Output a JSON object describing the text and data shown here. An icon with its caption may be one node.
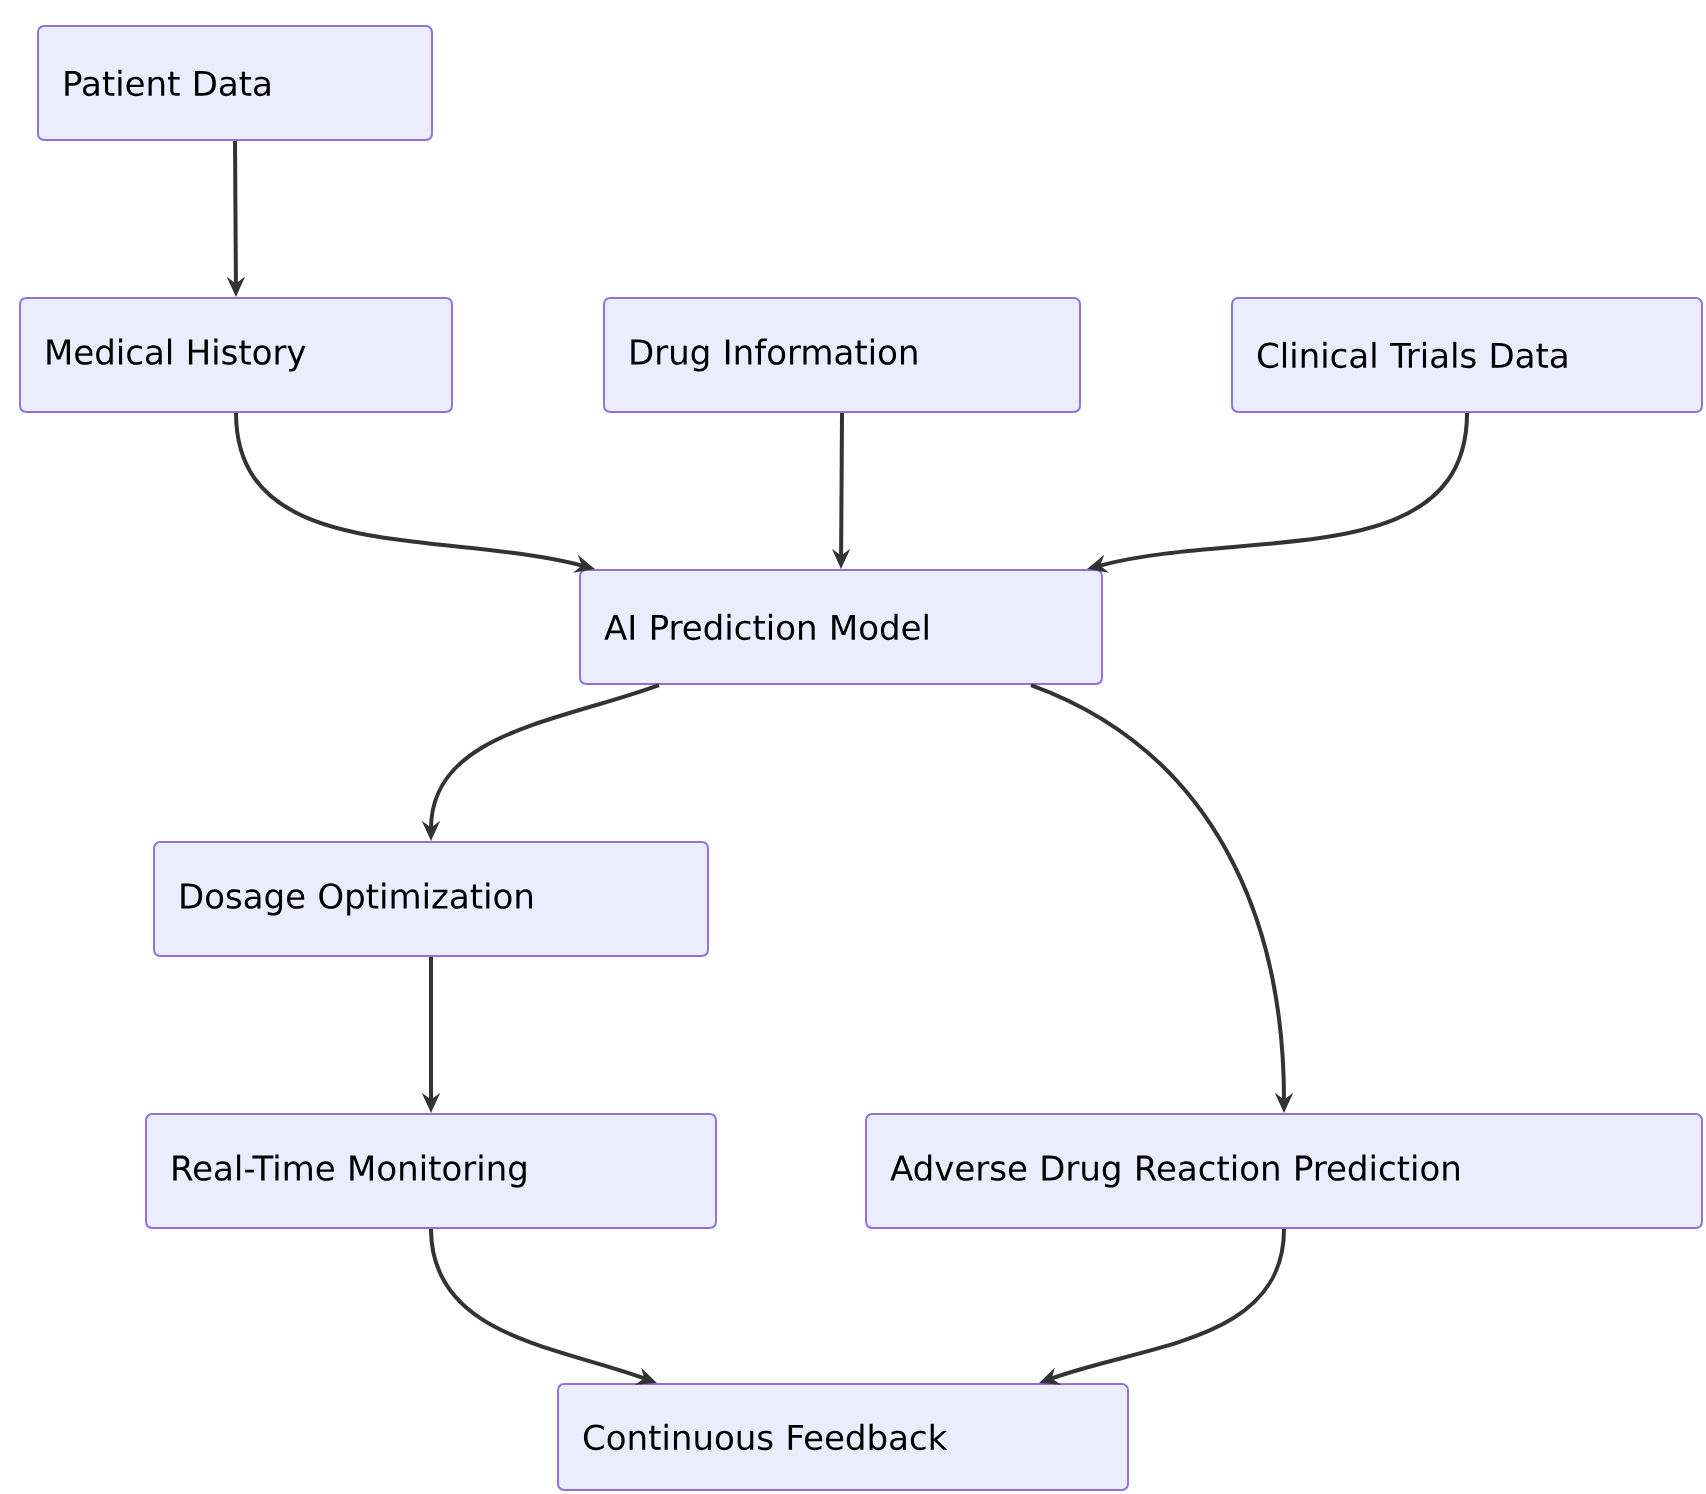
{
  "diagram": {
    "nodes": [
      {
        "text": [
          "Patient Data"
        ]
      },
      {
        "text": [
          "Medical History"
        ]
      },
      {
        "text": [
          "Drug Information"
        ]
      },
      {
        "text": [
          "Clinical Trials Data"
        ]
      },
      {
        "text": [
          "AI Prediction Model"
        ]
      },
      {
        "text": [
          "Dosage Optimization"
        ]
      },
      {
        "text": [
          "Real-Time Monitoring"
        ]
      },
      {
        "text": [
          "Adverse Drug Reaction Prediction"
        ]
      },
      {
        "text": [
          "Continuous Feedback"
        ]
      }
    ],
    "edges": [
      {
        "from": 0,
        "to": 1,
        "arrow": "to"
      },
      {
        "from": 1,
        "to": 4,
        "arrow": "to"
      },
      {
        "from": 2,
        "to": 4,
        "arrow": "to"
      },
      {
        "from": 3,
        "to": 4,
        "arrow": "to"
      },
      {
        "from": 4,
        "to": 5,
        "arrow": "to"
      },
      {
        "from": 4,
        "to": 7,
        "arrow": "to"
      },
      {
        "from": 5,
        "to": 6,
        "arrow": "to"
      },
      {
        "from": 6,
        "to": 8,
        "arrow": "to"
      },
      {
        "from": 7,
        "to": 8,
        "arrow": "to"
      }
    ]
  }
}
